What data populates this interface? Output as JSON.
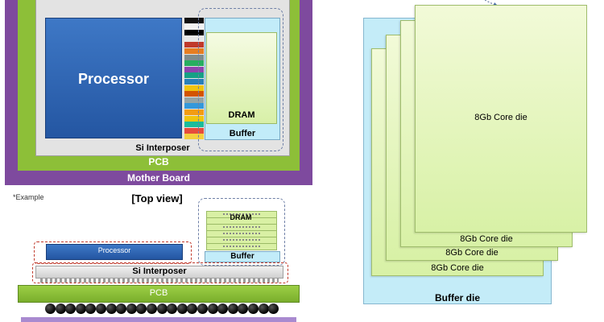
{
  "top_view": {
    "mother_board_label": "Mother Board",
    "pcb_label": "PCB",
    "interposer_label": "Si Interposer",
    "processor_label": "Processor",
    "dram_label": "DRAM",
    "buffer_label": "Buffer",
    "stripe_colors": [
      "#111111",
      "#f2f2f2",
      "#000000",
      "#e8e8e8",
      "#c0392b",
      "#e67e22",
      "#7f8c8d",
      "#27ae60",
      "#8e44ad",
      "#16a085",
      "#2980b9",
      "#f1c40f",
      "#d35400",
      "#95a5a6",
      "#3498db",
      "#f39c12",
      "#f1c40f",
      "#1abc9c",
      "#e74c3c",
      "#f4d03f"
    ]
  },
  "example_note": "*Example",
  "top_view_caption": "[Top view]",
  "side_view": {
    "processor_label": "Processor",
    "dram_label": "DRAM",
    "buffer_label": "Buffer",
    "interposer_label": "Si Interposer",
    "pcb_label": "PCB",
    "dram_layer_count": 6,
    "solder_ball_count": 23
  },
  "stack_view": {
    "core_dies": [
      {
        "label": "8Gb Core die"
      },
      {
        "label": "8Gb Core die"
      },
      {
        "label": "8Gb Core die"
      },
      {
        "label": "8Gb Core die"
      }
    ],
    "buffer_die_label": "Buffer die"
  },
  "colors": {
    "mother_board": "#7e4a9e",
    "pcb": "#8dbf38",
    "processor": "#2e64b0",
    "buffer": "#c2ecf9",
    "core_die": "#e2f5b8"
  }
}
